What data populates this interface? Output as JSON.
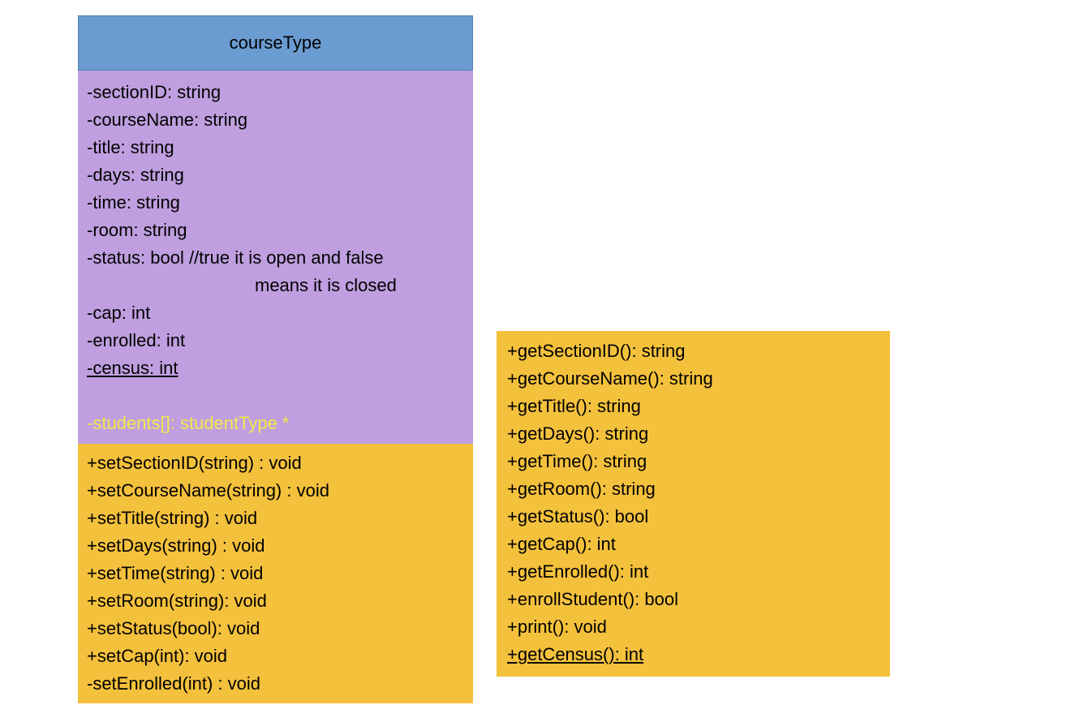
{
  "class_name": "courseType",
  "attributes": [
    "-sectionID: string",
    "-courseName: string",
    "-title: string",
    "-days: string",
    "-time: string",
    "-room: string",
    "-status: bool  //true it is open and false",
    "means it is closed",
    "-cap: int",
    "-enrolled: int",
    "-census: int"
  ],
  "students_attribute": "-students[]: studentType *",
  "setter_methods": [
    "+setSectionID(string) : void",
    "+setCourseName(string) : void",
    "+setTitle(string) : void",
    "+setDays(string) : void",
    "+setTime(string)  : void",
    "+setRoom(string): void",
    "+setStatus(bool): void",
    "+setCap(int): void",
    "-setEnrolled(int) : void"
  ],
  "getter_methods": [
    "+getSectionID(): string",
    "+getCourseName(): string",
    "+getTitle(): string",
    "+getDays(): string",
    "+getTime(): string",
    "+getRoom(): string",
    "+getStatus(): bool",
    "+getCap(): int",
    "+getEnrolled(): int",
    "+enrollStudent(): bool",
    "+print(): void",
    "+getCensus(): int"
  ],
  "colors": {
    "header": "#6a9bd1",
    "attributes": "#bf9fdf",
    "methods": "#f4c13c",
    "highlight_text": "#f5e84a"
  }
}
